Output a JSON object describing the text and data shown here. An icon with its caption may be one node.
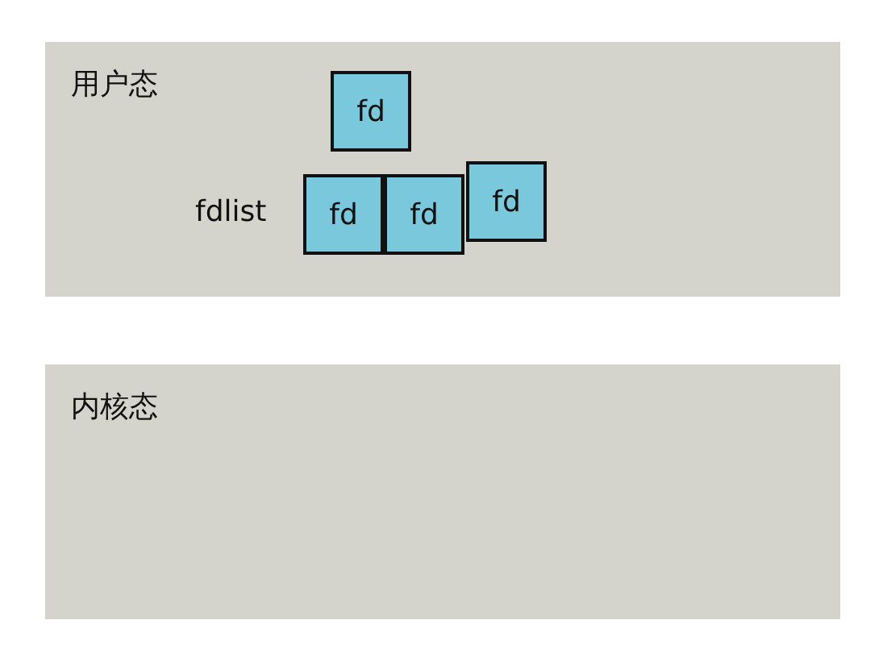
{
  "diagram": {
    "nodes": [
      {
        "text": [
          "用户态"
        ]
      },
      {
        "text": [
          "fd"
        ],
        "in": 0
      },
      {
        "text": [
          "fd"
        ],
        "in": 0
      },
      {
        "text": [
          "fd"
        ],
        "in": 0
      },
      {
        "text": [
          "fd"
        ],
        "in": 0
      },
      {
        "text": [
          "内核态"
        ]
      }
    ],
    "labels": [
      "fdlist"
    ]
  }
}
